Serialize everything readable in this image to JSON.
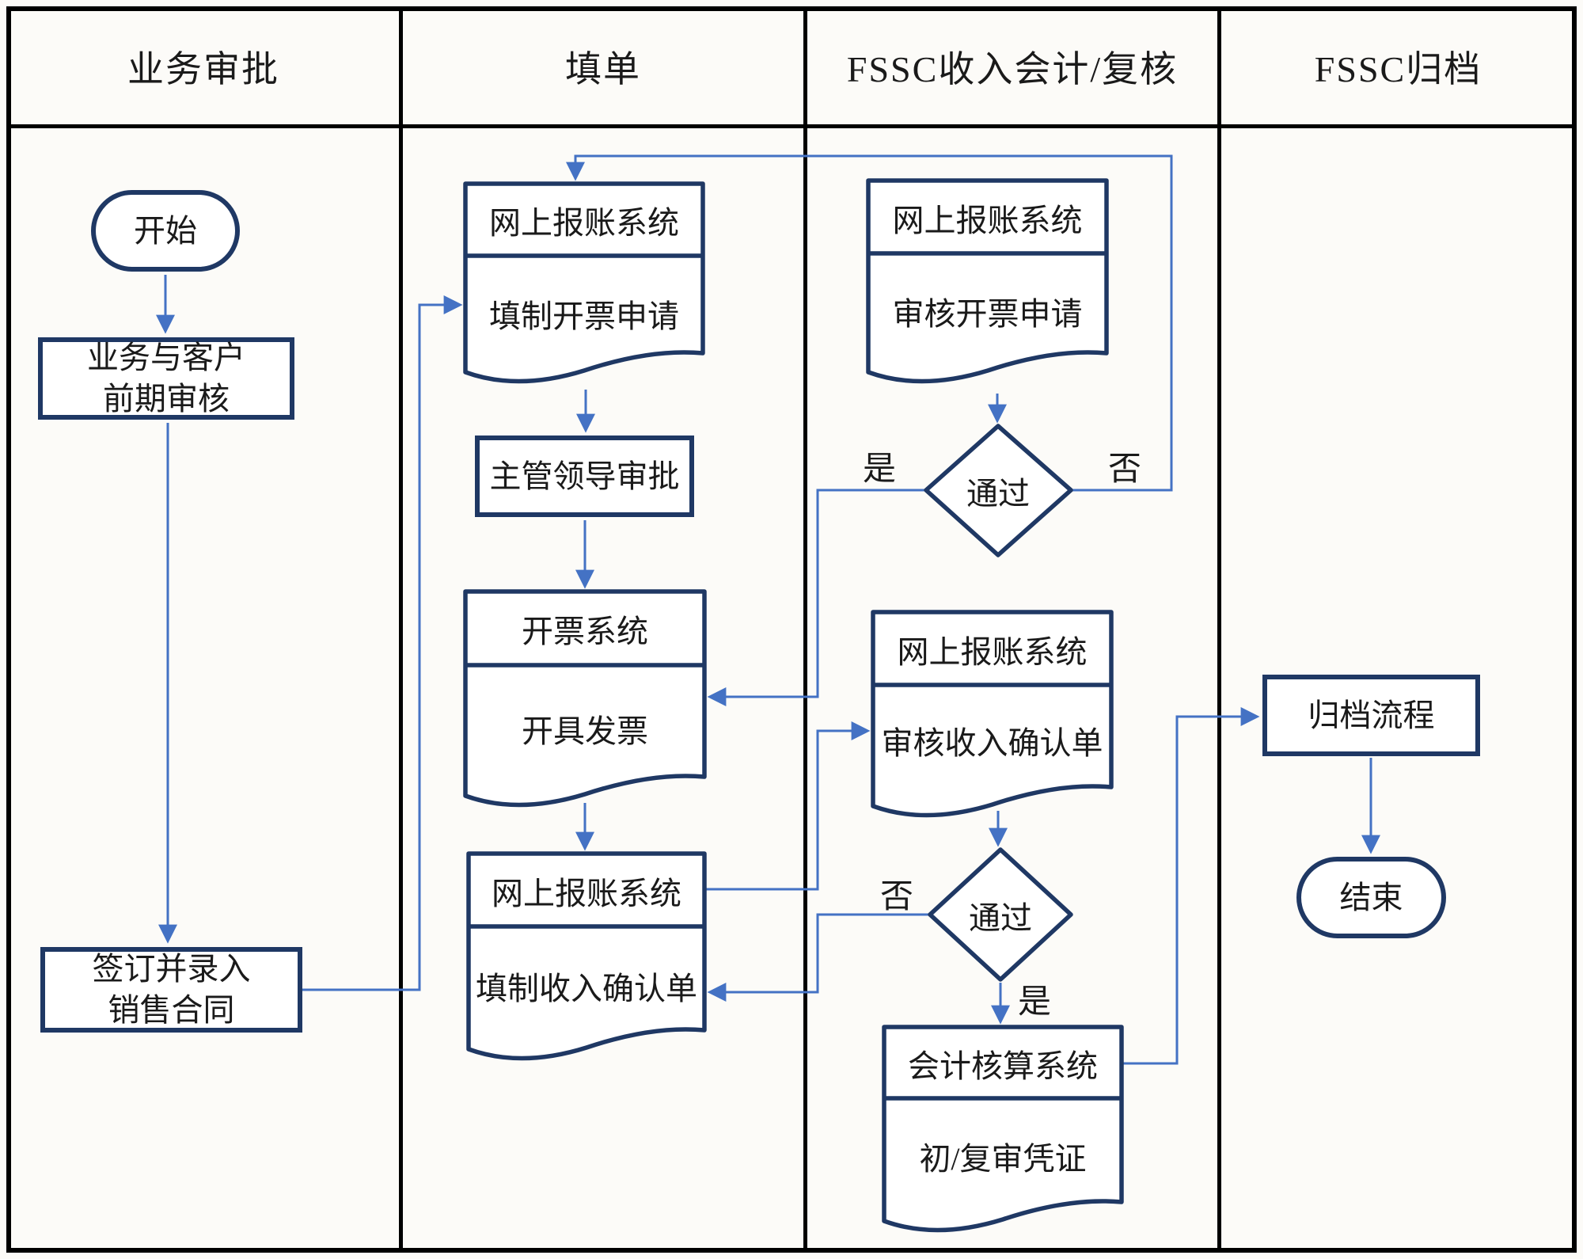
{
  "lanes": [
    {
      "title": "业务审批"
    },
    {
      "title": "填单"
    },
    {
      "title": "FSSC收入会计/复核"
    },
    {
      "title": "FSSC归档"
    }
  ],
  "nodes": {
    "start": {
      "label": "开始"
    },
    "pre_review": {
      "label": "业务与客户\n前期审核"
    },
    "sign_contract": {
      "label": "签订并录入\n销售合同"
    },
    "fill_invoice_request": {
      "system": "网上报账系统",
      "action": "填制开票申请"
    },
    "leader_approval": {
      "label": "主管领导审批"
    },
    "issue_invoice": {
      "system": "开票系统",
      "action": "开具发票"
    },
    "fill_income_confirmation": {
      "system": "网上报账系统",
      "action": "填制收入确认单"
    },
    "review_invoice_request": {
      "system": "网上报账系统",
      "action": "审核开票申请"
    },
    "invoice_decision": {
      "label": "通过"
    },
    "review_income_confirmation": {
      "system": "网上报账系统",
      "action": "审核收入确认单"
    },
    "income_decision": {
      "label": "通过"
    },
    "voucher_audit": {
      "system": "会计核算系统",
      "action": "初/复审凭证"
    },
    "archive_process": {
      "label": "归档流程"
    },
    "end": {
      "label": "结束"
    }
  },
  "edge_labels": {
    "invoice_decision_yes": "是",
    "invoice_decision_no": "否",
    "income_decision_no": "否",
    "income_decision_yes": "是"
  },
  "colors": {
    "node_border": "#1f3864",
    "connector": "#4472c4",
    "lane_border": "#000000",
    "text": "#1a1a1a",
    "background": "#fcfbf8"
  }
}
